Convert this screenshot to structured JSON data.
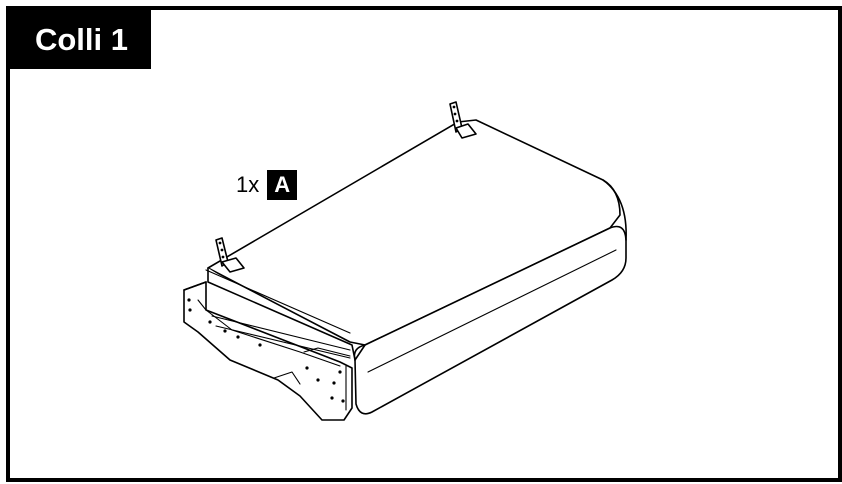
{
  "header": {
    "title": "Colli 1"
  },
  "part": {
    "quantity": "1x",
    "label": "A"
  }
}
